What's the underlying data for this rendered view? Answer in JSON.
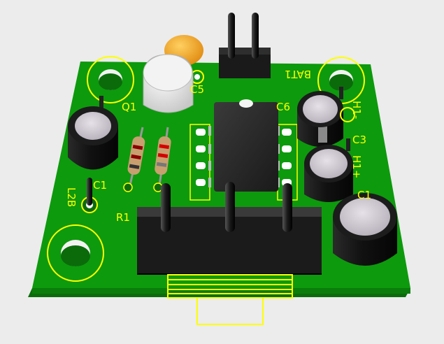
{
  "colors": {
    "background": "#ececec",
    "board": "#0d9a0d",
    "board_edge": "#0a7a0a",
    "silkscreen": "#ffff00",
    "component_black": "#1a1a1a",
    "capacitor_top": "#d4cfd6",
    "transistor": "#e8e8e8",
    "ceramic_cap": "#f0a020",
    "resistor_body": "#c8a070"
  },
  "labels": {
    "q1": "Q1",
    "c5": "C5",
    "bat": "BAT1",
    "c6": "C6",
    "h1_minus": "H1-",
    "c3": "C3",
    "h1_plus": "H1+",
    "c1_left": "C1",
    "c1_right": "C1",
    "l2b": "L2B",
    "r1": "R1"
  }
}
